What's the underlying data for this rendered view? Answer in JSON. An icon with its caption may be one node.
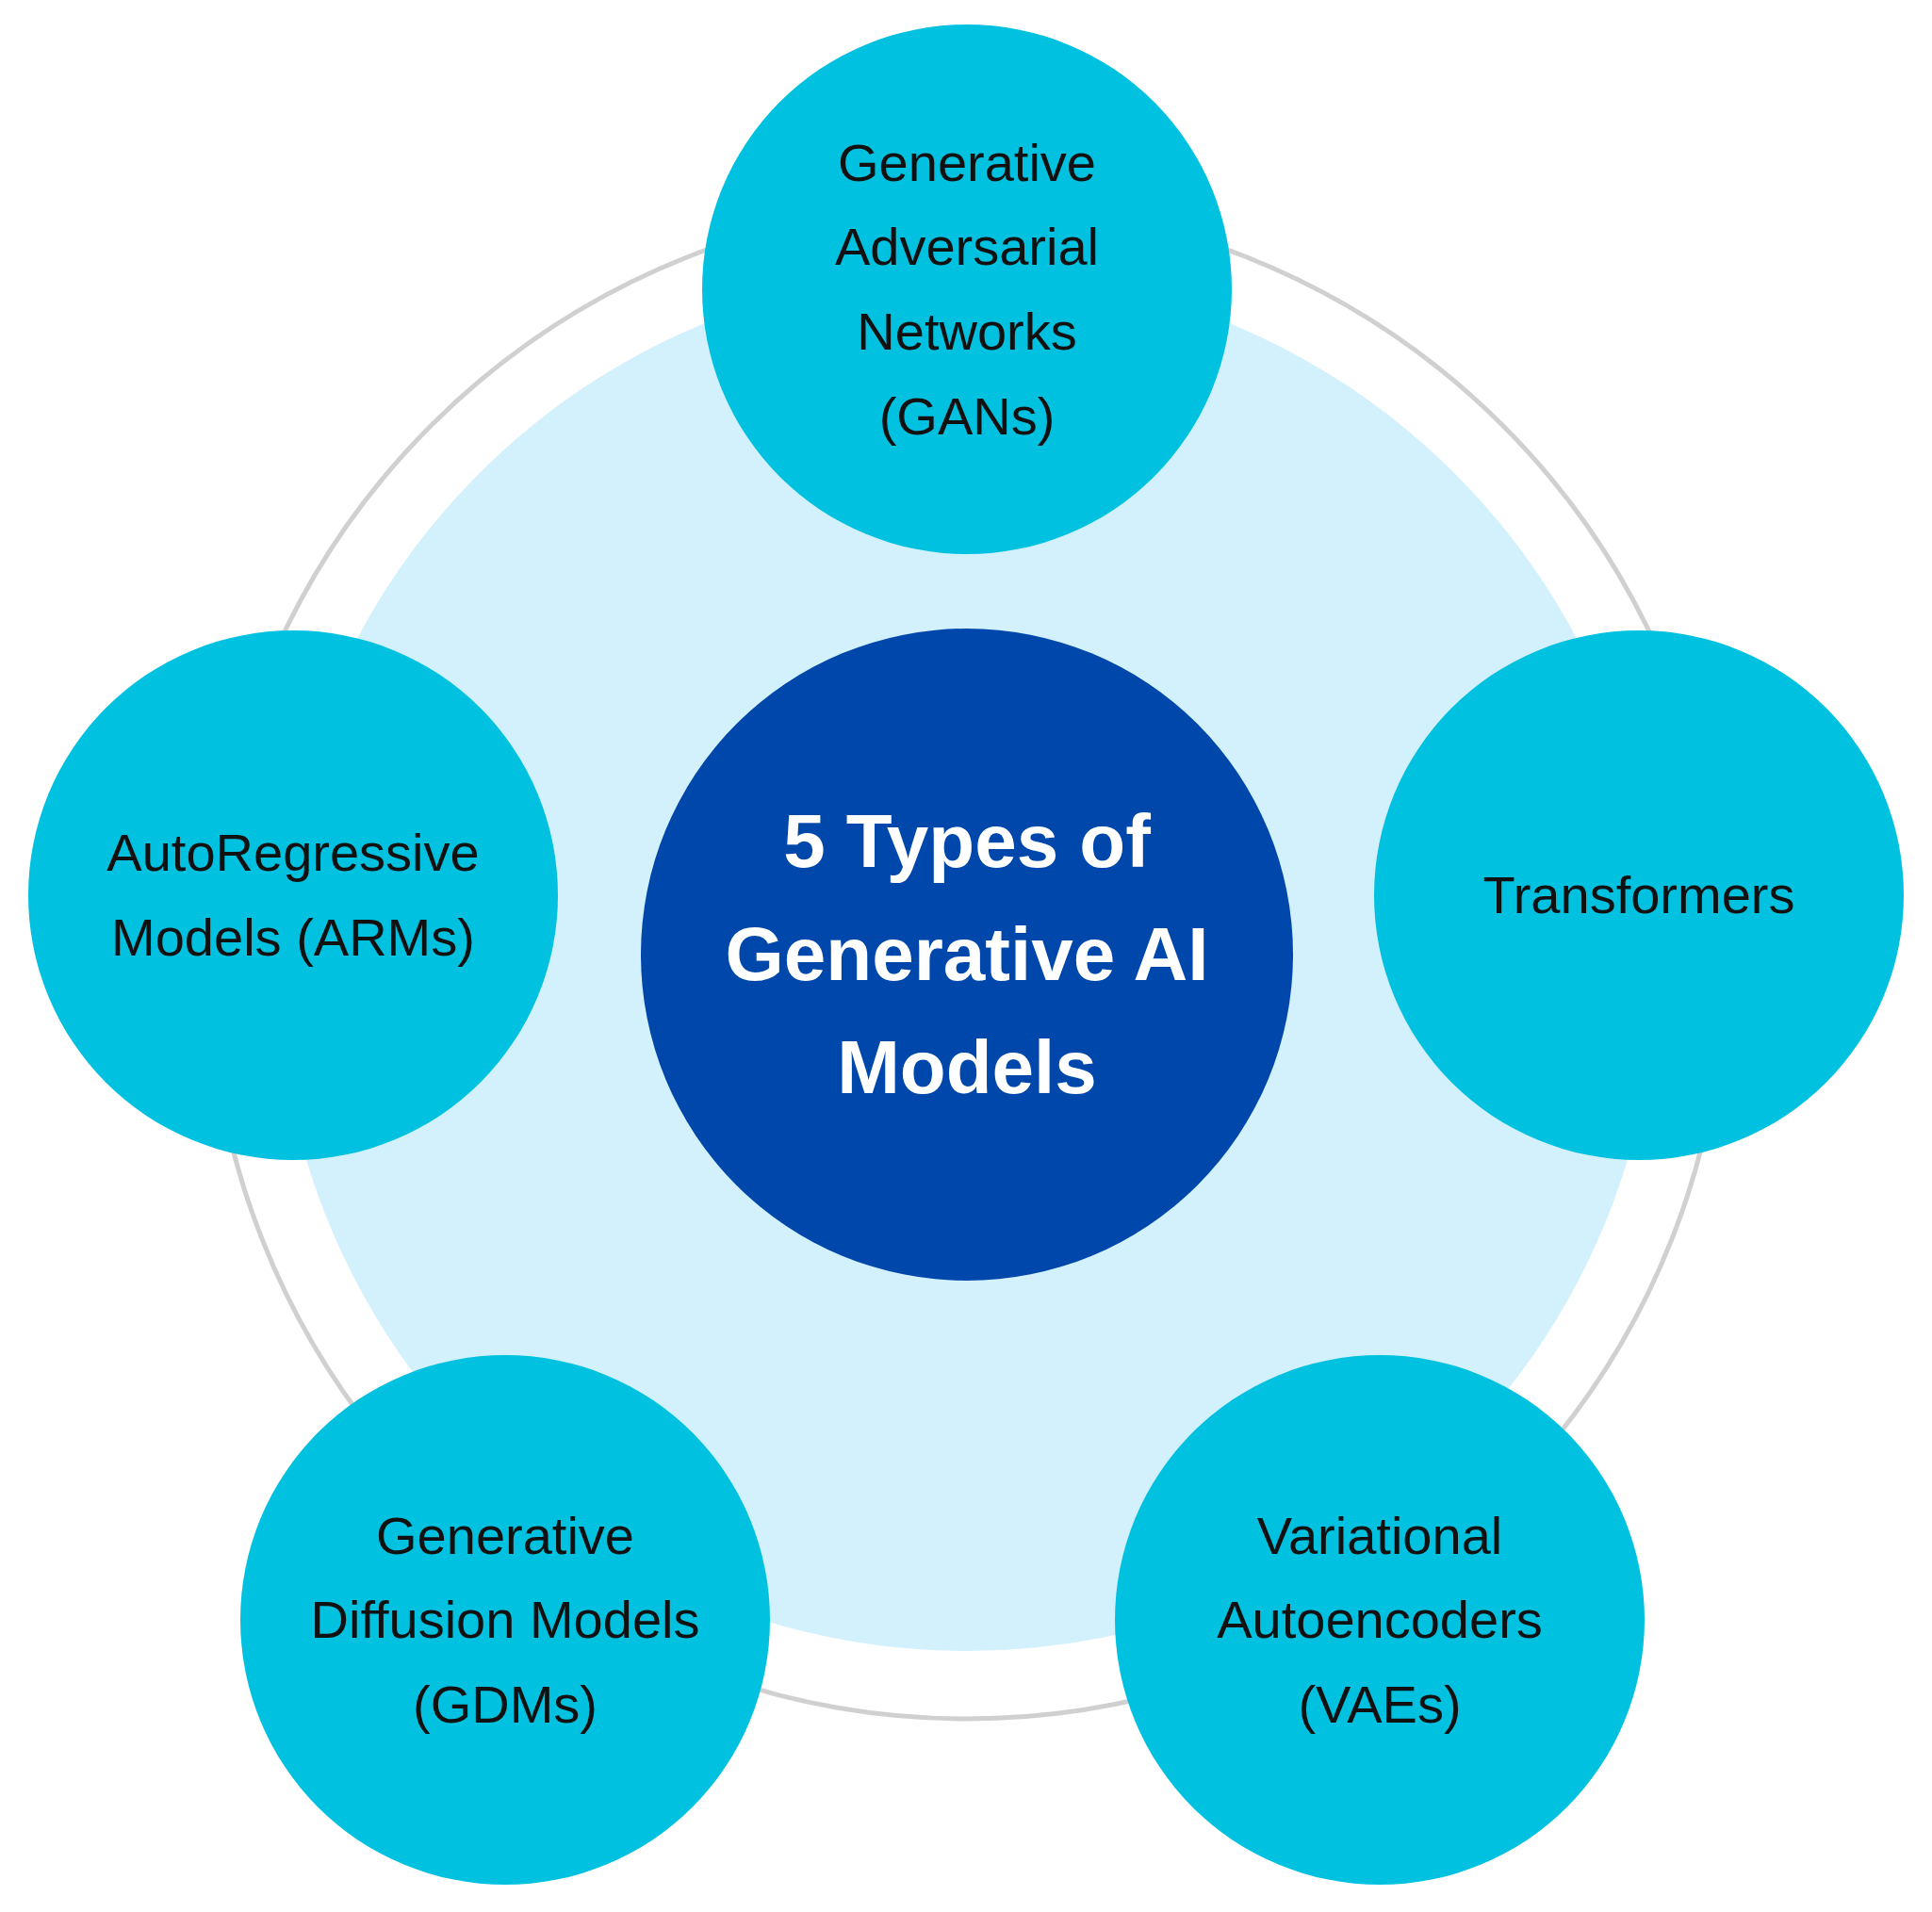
{
  "diagram": {
    "nodes": [
      {
        "text": [
          "Generative Adversarial Networks (GANs)"
        ]
      },
      {
        "text": [
          "AutoRegressive Models (ARMs)"
        ]
      },
      {
        "text": [
          "5 Types of Generative AI Models"
        ]
      },
      {
        "text": [
          "Transformers"
        ]
      },
      {
        "text": [
          "Generative Diffusion Models (GDMs)"
        ]
      },
      {
        "text": [
          "Variational Autoencoders (VAEs)"
        ]
      }
    ]
  }
}
